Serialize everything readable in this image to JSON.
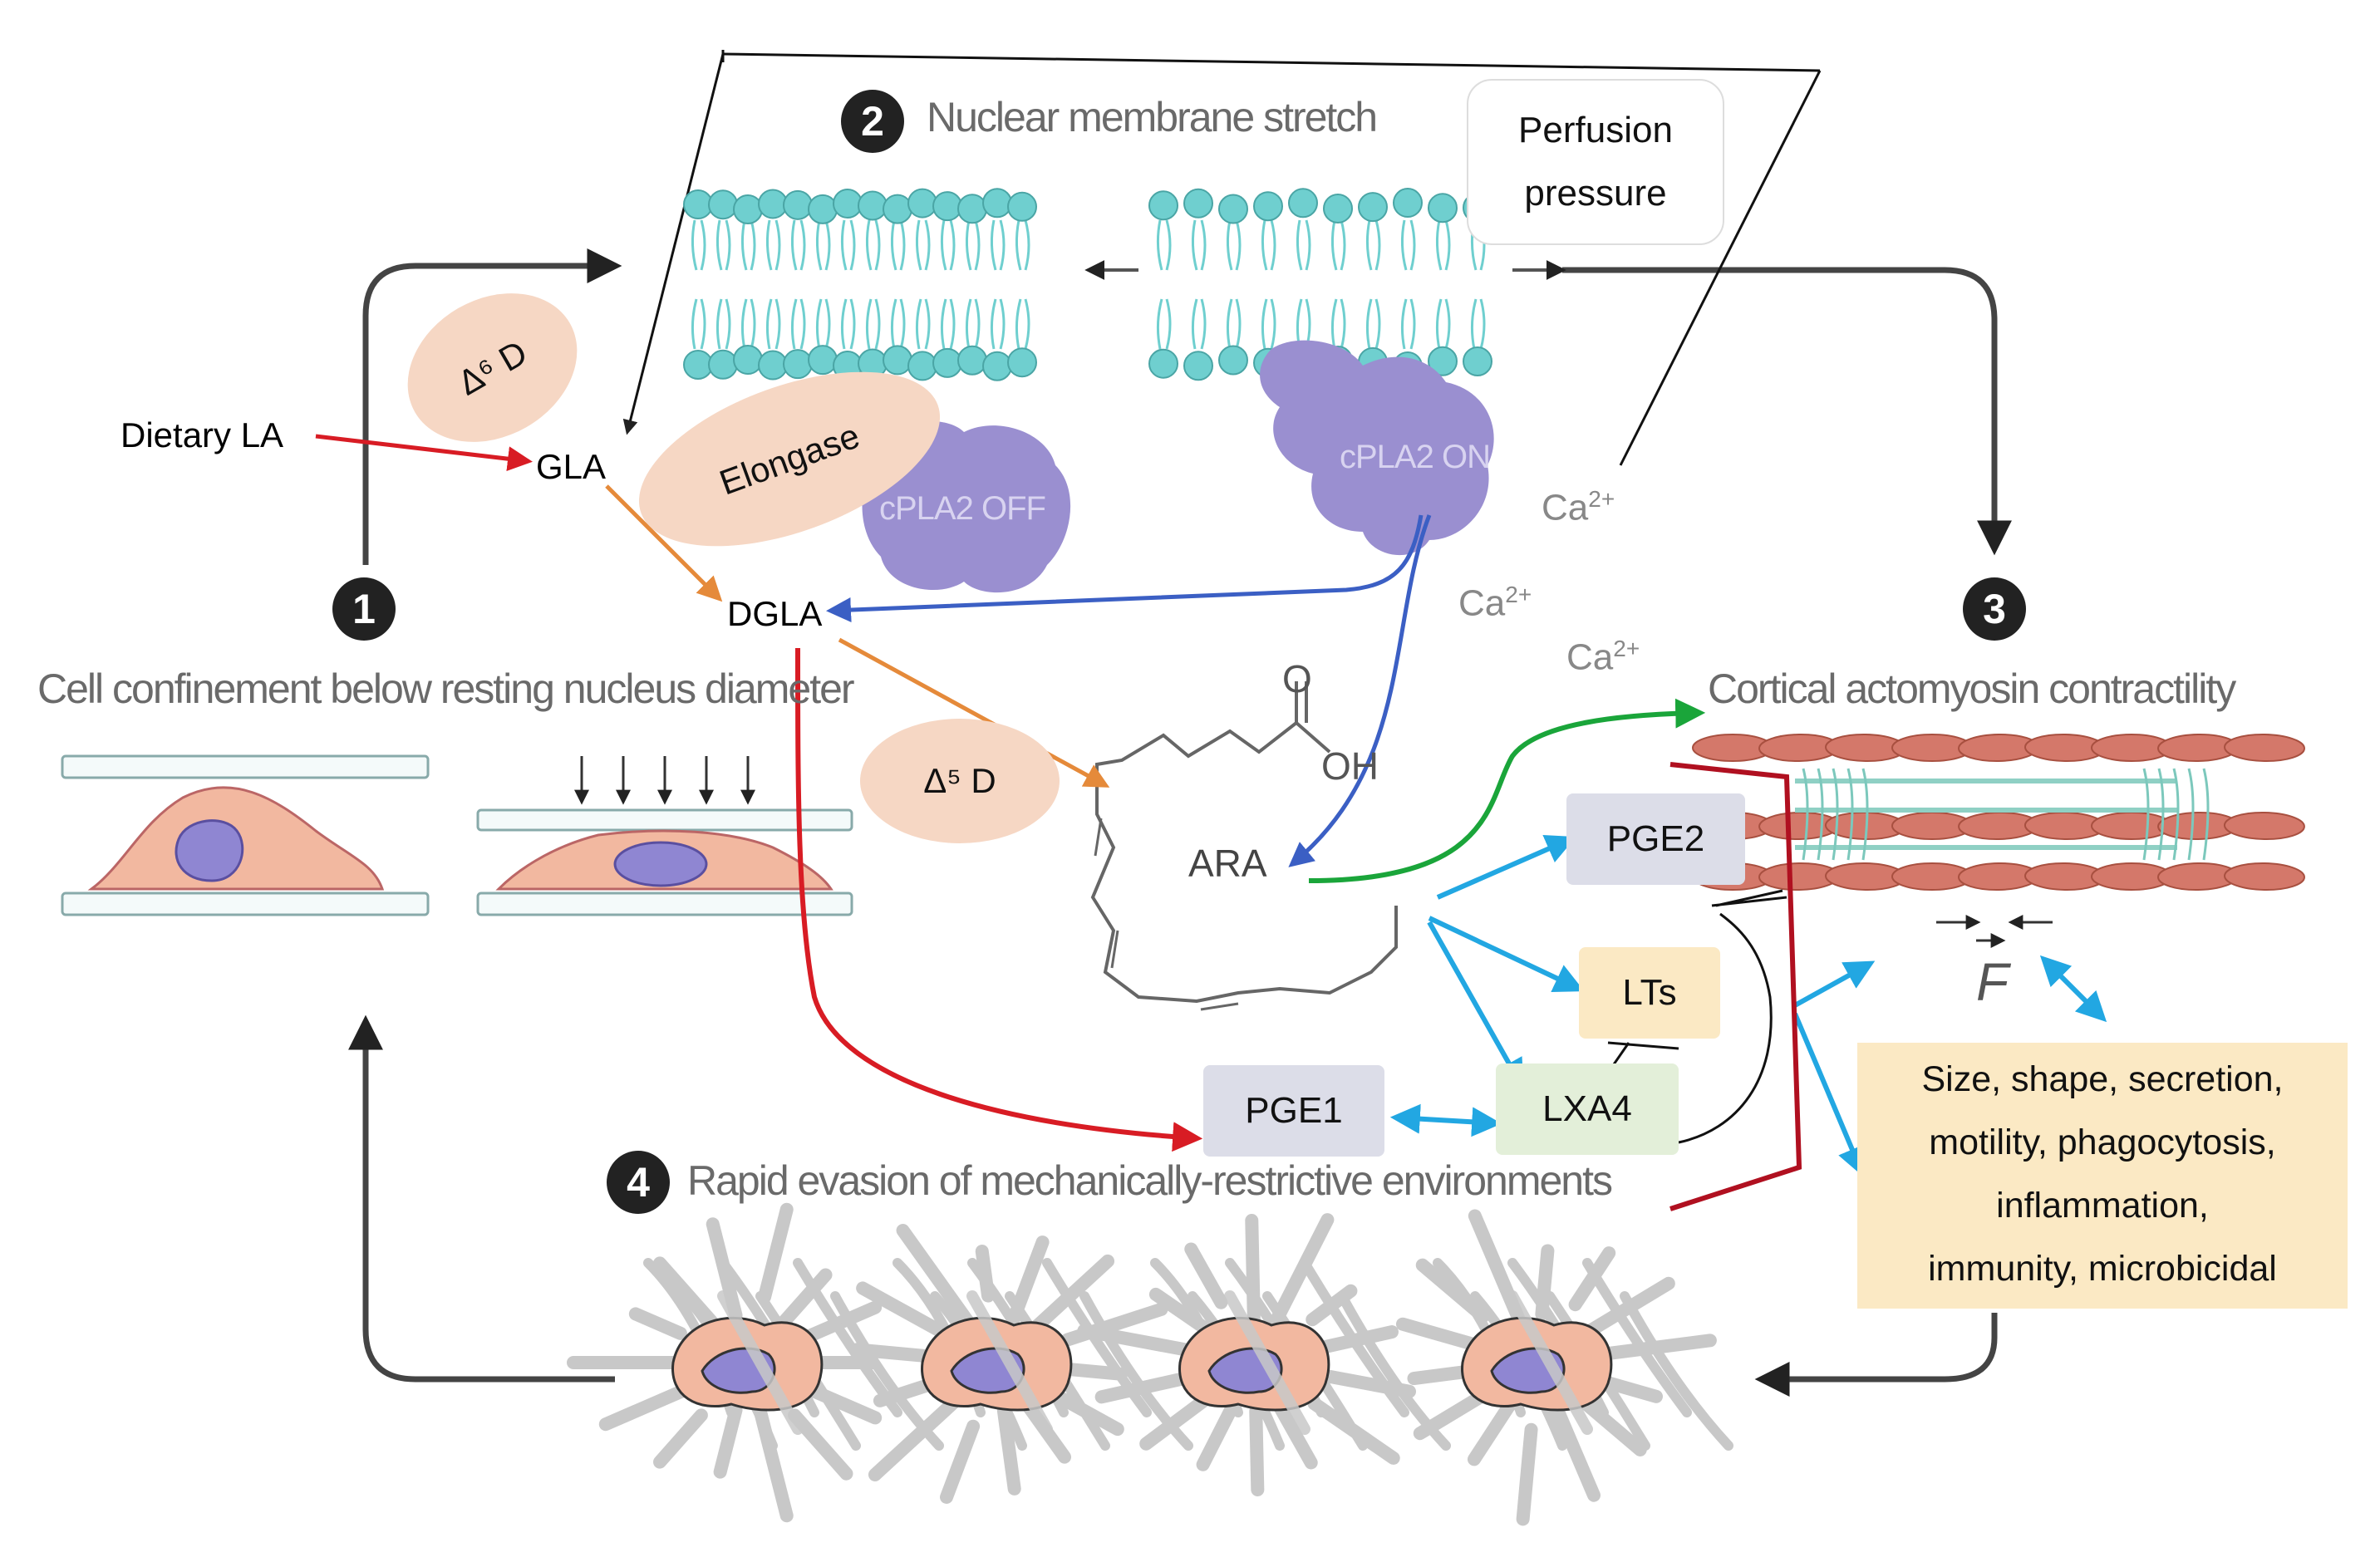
{
  "steps": {
    "s1": {
      "number": "1",
      "label": "Cell confinement below resting nucleus diameter"
    },
    "s2": {
      "number": "2",
      "label": "Nuclear membrane stretch"
    },
    "s3": {
      "number": "3",
      "label": "Cortical actomyosin contractility"
    },
    "s4": {
      "number": "4",
      "label": "Rapid evasion of mechanically-restrictive environments"
    }
  },
  "labels": {
    "perfusion": [
      "Perfusion",
      "pressure"
    ],
    "dietary_la": "Dietary LA",
    "gla": "GLA",
    "dgla": "DGLA",
    "ara": "ARA",
    "d6d": "Δ⁶ D",
    "d5d": "Δ⁵ D",
    "elongase": "Elongase",
    "cpla2_off": "cPLA2 OFF",
    "cpla2_on": "cPLA2 ON",
    "ca": "Ca",
    "ca_sup": "2+",
    "pge2": "PGE2",
    "pge1": "PGE1",
    "lts": "LTs",
    "lxa4": "LXA4",
    "force": "F",
    "carbonyl_o": "O",
    "hydroxyl": "OH"
  },
  "outcomes": [
    "Size, shape, secretion,",
    "motility, phagocytosis,",
    "inflammation,",
    "immunity, microbicidal"
  ],
  "colors": {
    "lipid": "#6fcfcf",
    "enzyme": "#9a8fd0",
    "cell": "#f2b8a0",
    "nucleus": "#8f86d2",
    "mesh": "#c8c8c8",
    "red_arrow": "#d81c24",
    "orange_arrow": "#e58a3a",
    "blue_arrow": "#3b5fc4",
    "cyan_arrow": "#22a7e2",
    "green_arrow": "#1aa53a"
  }
}
